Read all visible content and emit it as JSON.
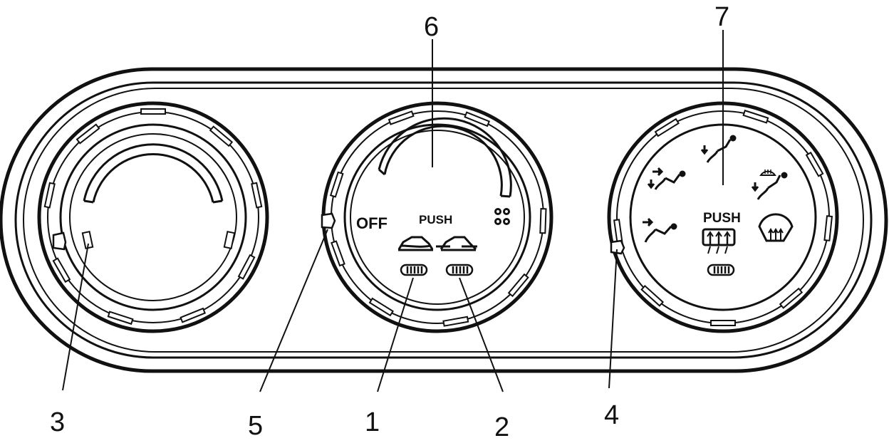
{
  "callouts": {
    "c1": "1",
    "c2": "2",
    "c3": "3",
    "c4": "4",
    "c5": "5",
    "c6": "6",
    "c7": "7"
  },
  "center_dial": {
    "off_label": "OFF",
    "push_label": "PUSH"
  },
  "right_dial": {
    "push_label": "PUSH"
  },
  "colors": {
    "line": "#111111",
    "background": "#ffffff"
  }
}
